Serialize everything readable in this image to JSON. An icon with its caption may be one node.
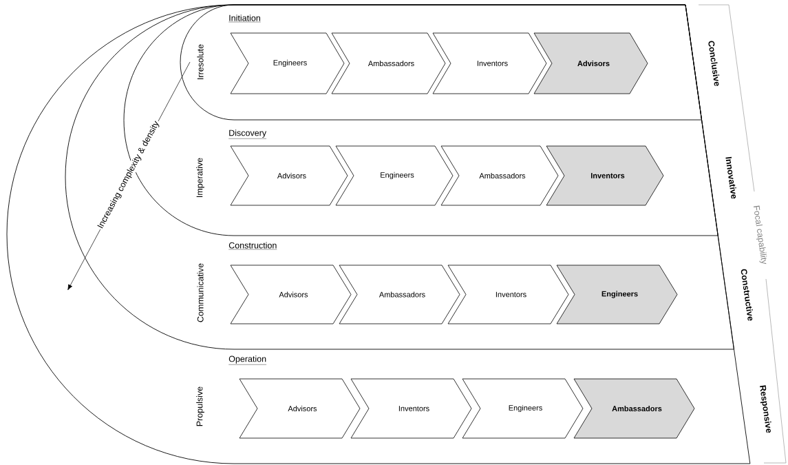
{
  "diagram": {
    "nodes": [
      {
        "text": [
          "Operation",
          "Propulsive"
        ]
      },
      {
        "text": [
          "Construction",
          "Communicative"
        ],
        "in": 0
      },
      {
        "text": [
          "Discovery",
          "Imperative"
        ],
        "in": 1
      },
      {
        "text": [
          "Initiation",
          "Irresolute"
        ],
        "in": 2
      },
      {
        "text": [
          "Engineers"
        ],
        "in": 3
      },
      {
        "text": [
          "Ambassadors"
        ],
        "in": 3
      },
      {
        "text": [
          "Inventors"
        ],
        "in": 3
      },
      {
        "text": [
          "Advisors"
        ],
        "in": 3
      },
      {
        "text": [
          "Advisors"
        ],
        "in": 2
      },
      {
        "text": [
          "Engineers"
        ],
        "in": 2
      },
      {
        "text": [
          "Ambassadors"
        ],
        "in": 2
      },
      {
        "text": [
          "Inventors"
        ],
        "in": 2
      },
      {
        "text": [
          "Advisors"
        ],
        "in": 1
      },
      {
        "text": [
          "Ambassadors"
        ],
        "in": 1
      },
      {
        "text": [
          "Inventors"
        ],
        "in": 1
      },
      {
        "text": [
          "Engineers"
        ],
        "in": 1
      },
      {
        "text": [
          "Advisors"
        ],
        "in": 0
      },
      {
        "text": [
          "Inventors"
        ],
        "in": 0
      },
      {
        "text": [
          "Engineers"
        ],
        "in": 0
      },
      {
        "text": [
          "Ambassadors"
        ],
        "in": 0
      }
    ],
    "edges": [],
    "labels": [
      "Conclusive",
      "Innovative",
      "Constructive",
      "Responsive",
      "Focal capability",
      "Increasing complexity & density"
    ]
  }
}
